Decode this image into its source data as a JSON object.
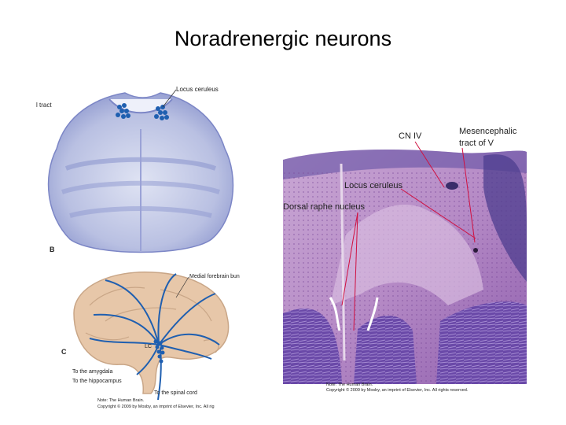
{
  "slide": {
    "title": "Noradrenergic neurons"
  },
  "panel_b": {
    "letter": "B",
    "label_locus": "Locus ceruleus",
    "label_tract": "l tract"
  },
  "panel_c": {
    "letter": "C",
    "label_mfb": "Medial forebrain bun",
    "label_lc": "LC",
    "label_amygdala": "To the amygdala",
    "label_hippocampus": "To the hippocampus",
    "label_spinal": "To the spinal cord",
    "note": "Note: The Human Brain.",
    "copyright": "Copyright © 2009 by Mosby, an imprint of Elsevier, Inc. All rig"
  },
  "panel_histo": {
    "label_cn4": "CN IV",
    "label_mes1": "Mesencephalic",
    "label_mes2": "tract of V",
    "label_locus": "Locus ceruleus",
    "label_raphe": "Dorsal raphe nucleus",
    "note": "Note: The Human Brain.",
    "copyright": "Copyright © 2009 by Mosby, an imprint of Elsevier, Inc. All rights reserved."
  },
  "colors": {
    "dots": "#1f5fb0",
    "pathway": "#1f5fb0",
    "pointer": "#d01040",
    "stain": "#b07fc0",
    "brain": "#e7c7a9"
  }
}
